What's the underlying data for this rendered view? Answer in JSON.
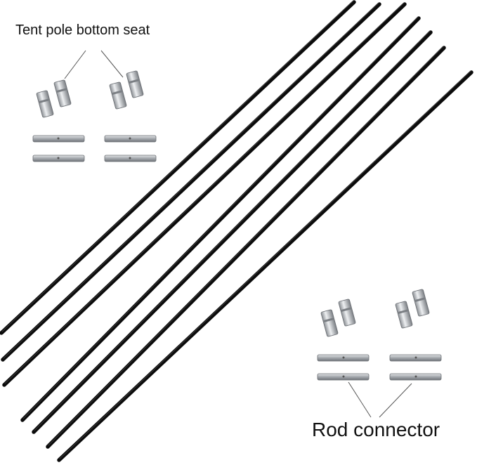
{
  "image": {
    "labels": {
      "bottom_seat": "Tent pole bottom seat",
      "rod_connector": "Rod connector"
    },
    "poles": {
      "count": 7,
      "color": "#0b0b0b"
    },
    "hardware": {
      "bottom_seat_count": 8,
      "rod_connector_count": 8,
      "metal_color": "#b8bcc0"
    }
  }
}
